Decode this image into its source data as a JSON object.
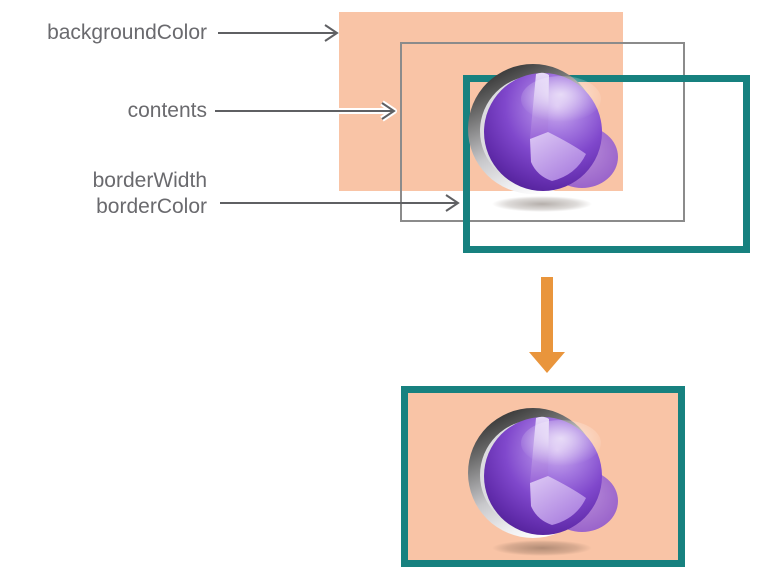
{
  "diagram": {
    "labels": {
      "background_color": "backgroundColor",
      "contents": "contents",
      "border_width": "borderWidth",
      "border_color": "borderColor"
    },
    "colors": {
      "layer_background_peach": "#f9c4a6",
      "border_teal": "#17817f",
      "contents_rect_gray": "#8b8b8b",
      "label_text_gray": "#6a6a6e",
      "arrow_gray": "#5f6063",
      "arrow_casing_white": "#ffffff",
      "transform_arrow_orange": "#e9953c",
      "sphere_purple": "#8048cc"
    },
    "icons": {
      "contents_image": "core-animation-sphere-icon",
      "label_pointer": "right-arrow-icon",
      "transform": "down-arrow-icon"
    }
  }
}
